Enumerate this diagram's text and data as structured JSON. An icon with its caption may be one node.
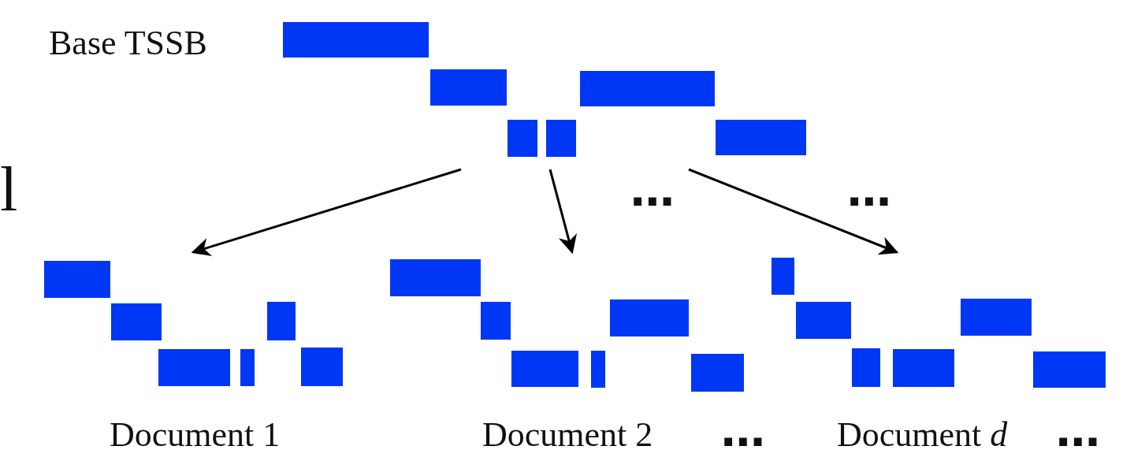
{
  "diagram": {
    "nodes": [
      {
        "text": [
          "Base TSSB"
        ]
      },
      {
        "text": [
          "Document 1"
        ]
      },
      {
        "text": [
          "Document 2"
        ]
      },
      {
        "text": [
          "Document *d*"
        ]
      }
    ],
    "edges": [
      {
        "from": 0,
        "to": 1,
        "arrow": "to"
      },
      {
        "from": 0,
        "to": 2,
        "arrow": "to"
      },
      {
        "from": 0,
        "to": 3,
        "arrow": "to"
      }
    ],
    "labels": [
      "l",
      "⋯",
      "⋯",
      "⋯",
      "⋯"
    ]
  }
}
